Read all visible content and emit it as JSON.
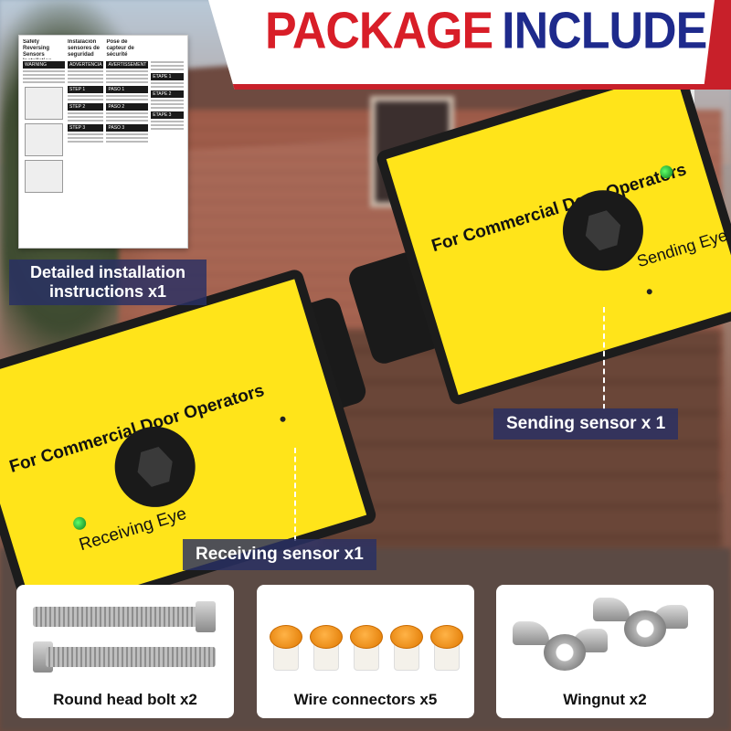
{
  "header": {
    "word1": "PACKAGE",
    "word2": "INCLUDE"
  },
  "manual": {
    "col1_title": "Safety Reversing Sensors Installation",
    "col2_title": "Instalación sensores de seguridad",
    "col3_title": "Pose de capteur de sécurité",
    "warn1": "WARNING",
    "warn2": "ADVERTENCIA",
    "warn3": "AVERTISSEMENT",
    "step1": "STEP 1",
    "paso1": "PASO 1",
    "etape1": "ETAPE 1",
    "step2": "STEP 2",
    "paso2": "PASO 2",
    "etape2": "ETAPE 2",
    "step3": "STEP 3",
    "paso3": "PASO 3",
    "etape3": "ETAPE 3"
  },
  "labels": {
    "instructions": "Detailed installation instructions x1",
    "sending": "Sending sensor x 1",
    "receiving": "Receiving sensor x1"
  },
  "sending_eye": {
    "title": "For Commercial Door Operators",
    "eye": "Sending Eye"
  },
  "receiving_eye": {
    "title": "For Commercial Door Operators",
    "eye": "Receiving Eye"
  },
  "items": [
    {
      "caption": "Round head bolt x2"
    },
    {
      "caption": "Wire connectors x5"
    },
    {
      "caption": "Wingnut x2"
    }
  ],
  "colors": {
    "red": "#d81e28",
    "navy": "#1e2a8c",
    "sensor_yellow": "#ffe41a",
    "led_green": "#2bd43a",
    "connector_orange": "#f08a1a",
    "label_bg": "#283064"
  }
}
